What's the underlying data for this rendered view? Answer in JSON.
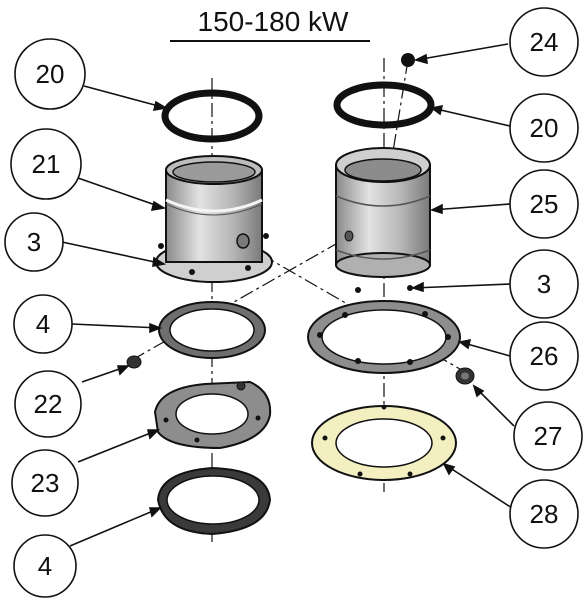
{
  "title": "150-180 kW",
  "callouts": [
    {
      "id": "c20a",
      "label": "20"
    },
    {
      "id": "c21",
      "label": "21"
    },
    {
      "id": "c3a",
      "label": "3"
    },
    {
      "id": "c4a",
      "label": "4"
    },
    {
      "id": "c22",
      "label": "22"
    },
    {
      "id": "c23",
      "label": "23"
    },
    {
      "id": "c4b",
      "label": "4"
    },
    {
      "id": "c24",
      "label": "24"
    },
    {
      "id": "c20b",
      "label": "20"
    },
    {
      "id": "c25",
      "label": "25"
    },
    {
      "id": "c3b",
      "label": "3"
    },
    {
      "id": "c26",
      "label": "26"
    },
    {
      "id": "c27",
      "label": "27"
    },
    {
      "id": "c28",
      "label": "28"
    }
  ],
  "colors": {
    "line": "#111111",
    "metal_light": "#d9d9d9",
    "metal_mid": "#a9a9a9",
    "metal_dark": "#6f6f6f",
    "gasket": "#f3efc0",
    "plate": "#8d8d8d"
  }
}
